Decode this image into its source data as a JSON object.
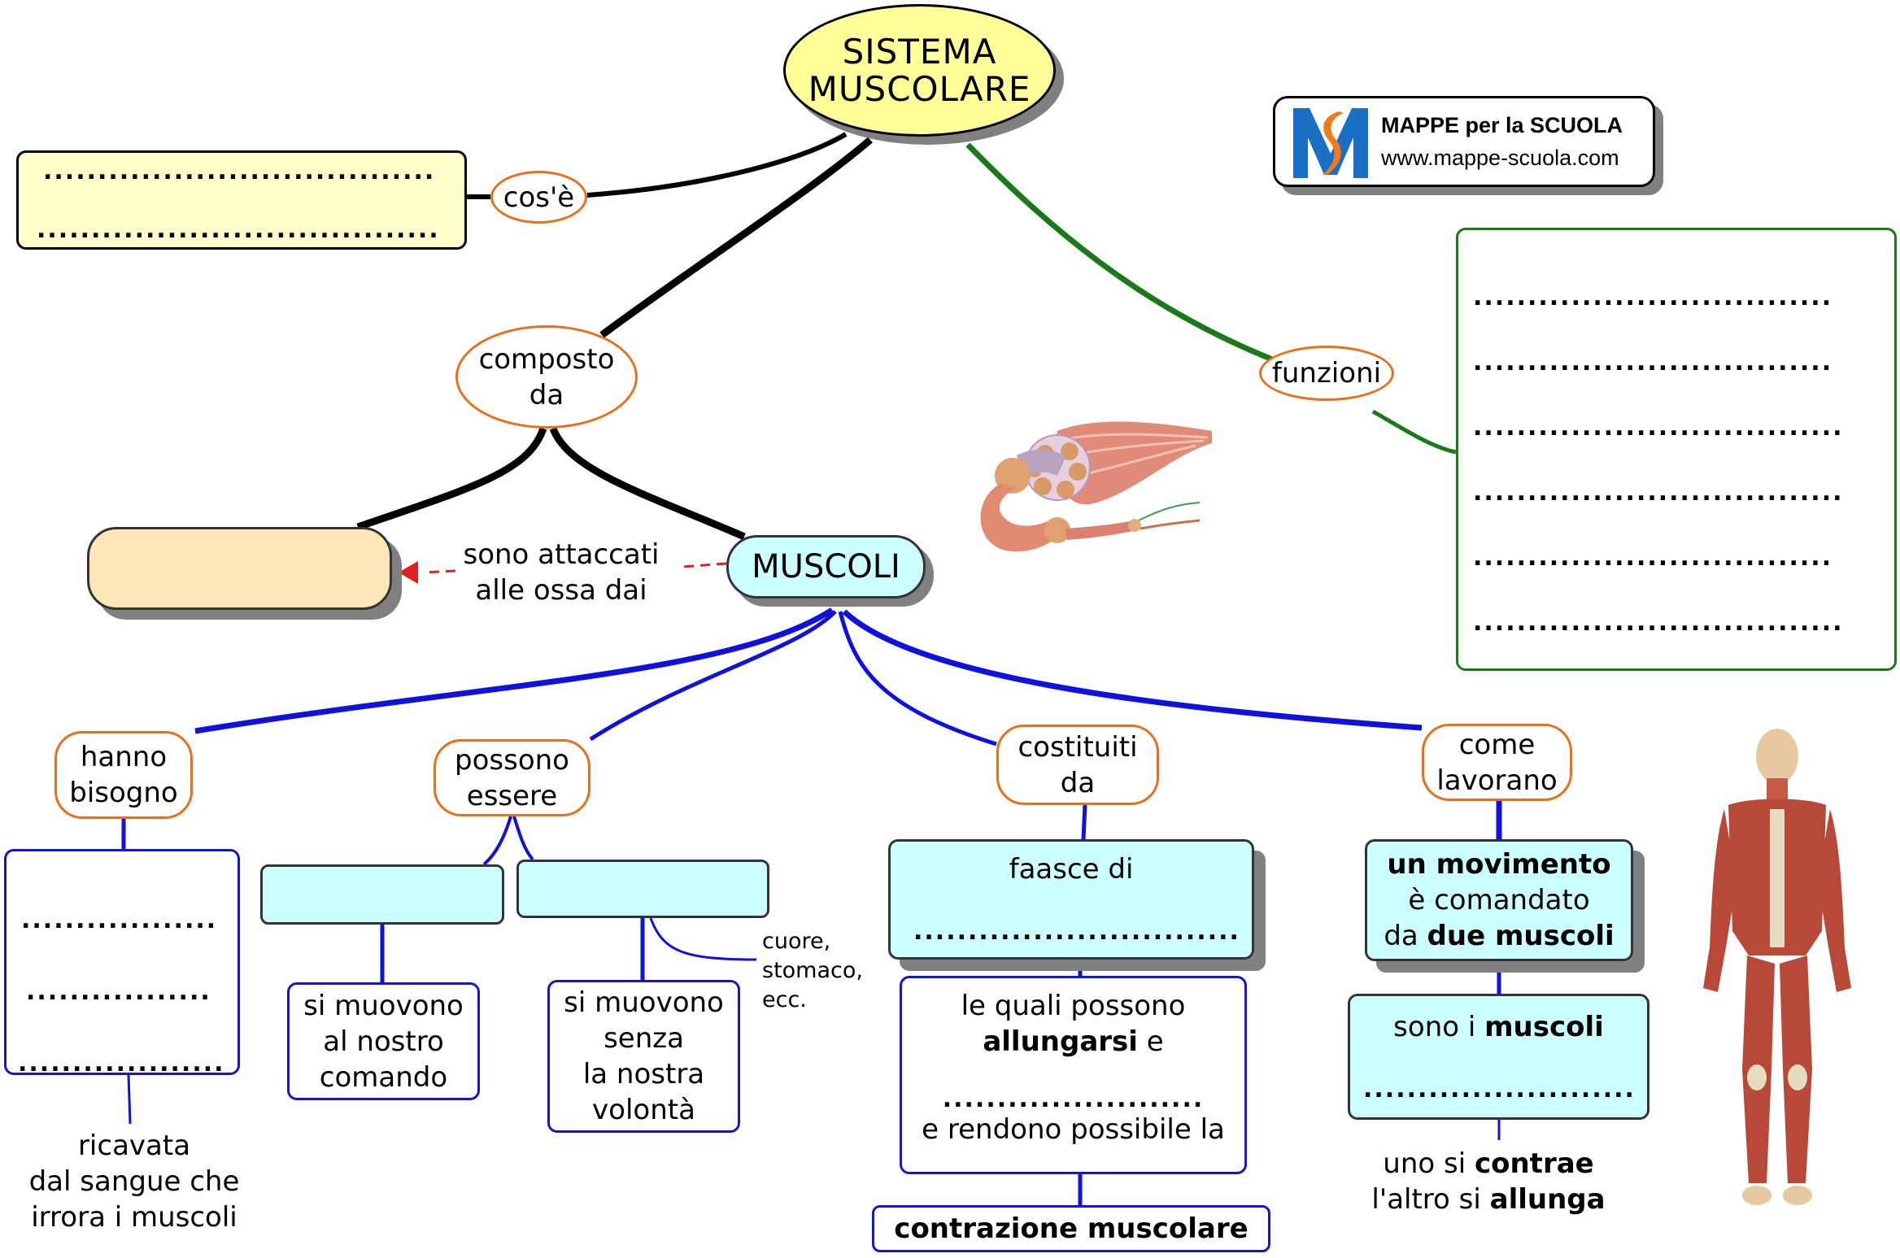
{
  "title": {
    "line1": "SISTEMA",
    "line2": "MUSCOLARE"
  },
  "logo": {
    "brand": "MAPPE per la SCUOLA",
    "url": "www.mappe-scuola.com",
    "colors": {
      "blue": "#1a6fc4",
      "orange": "#f07a1a"
    }
  },
  "colors": {
    "black_link": "#000000",
    "green_link": "#1a7a1a",
    "blue_link": "#1010e0",
    "orange_border": "#e8701c",
    "yellow_node": "#ffff99",
    "cyan_node": "#ccffff",
    "tan_node": "#fde6b8",
    "dashed_red": "#e02020"
  },
  "cose": {
    "label": "cos'è",
    "blank_lines": [
      "....................................",
      "....................................."
    ]
  },
  "composto": {
    "line1": "composto",
    "line2": "da"
  },
  "bones_box": {
    "text": ""
  },
  "attached": {
    "line1": "sono attaccati",
    "line2": "alle ossa dai"
  },
  "muscoli": {
    "label": "MUSCOLI"
  },
  "funzioni": {
    "label": "funzioni",
    "blank_lines": [
      ".................................",
      ".................................",
      "..................................",
      "..................................",
      ".................................",
      ".................................."
    ]
  },
  "hanno_bisogno": {
    "line1": "hanno",
    "line2": "bisogno",
    "blank_lines": [
      "..................",
      ".................",
      "..................."
    ],
    "note": [
      "ricavata",
      "dal sangue che",
      "irrora i muscoli"
    ]
  },
  "possono_essere": {
    "line1": "possono",
    "line2": "essere",
    "voluntary": {
      "title": "",
      "desc": [
        "si muovono",
        "al nostro",
        "comando"
      ]
    },
    "involuntary": {
      "title": "",
      "desc": [
        "si muovono",
        "senza",
        "la nostra",
        "volontà"
      ],
      "examples": [
        "cuore,",
        "stomaco,",
        "ecc."
      ]
    }
  },
  "costituiti": {
    "line1": "costituiti",
    "line2": "da",
    "fasce_box": {
      "title": "faasce di",
      "blank": ".............................."
    },
    "quali_box": {
      "line1": "le quali possono",
      "bold": "allungarsi",
      "after_bold": " e",
      "blank": "........................",
      "line4": "e rendono possibile la"
    },
    "result": "contrazione muscolare"
  },
  "come_lavorano": {
    "line1": "come",
    "line2": "lavorano",
    "movimento_box": {
      "bold1": "un movimento",
      "line2": "è comandato",
      "pre3": "da ",
      "bold3": "due muscoli"
    },
    "sono_box": {
      "pre": "sono i ",
      "bold": "muscoli",
      "blank": "........................."
    },
    "note": {
      "pre1": "uno si ",
      "bold1": "contrae",
      "pre2": "l'altro si ",
      "bold2": "allunga"
    }
  },
  "images": {
    "muscle_fiber": "muscle-fiber-illustration",
    "human_body": "human-muscular-system-illustration"
  }
}
